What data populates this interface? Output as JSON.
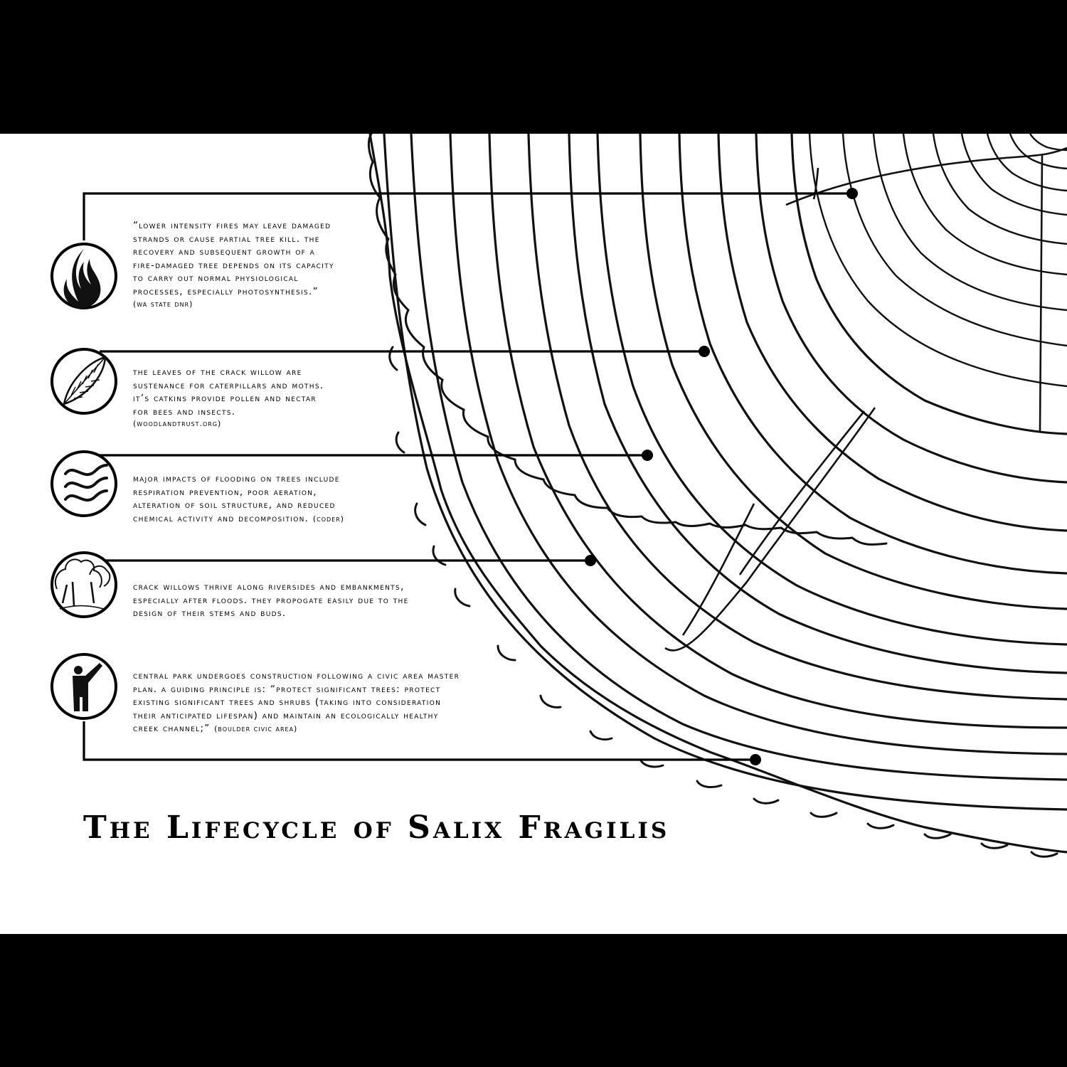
{
  "title": "The Lifecycle of Salix Fragilis",
  "entries": [
    {
      "icon": "flame-icon",
      "lines": [
        "“Lower intensity fires may leave damaged",
        "strands or cause partial tree kill. The",
        "recovery and subsequent growth of a",
        "fire-damaged tree depends on its capacity",
        "to carry out normal physiological",
        "processes, especially photosynthesis.”"
      ],
      "citation": "(WA State DNR)"
    },
    {
      "icon": "leaf-icon",
      "lines": [
        "The leaves of the Crack Willow are",
        "sustenance for caterpillars and moths.",
        "It’s catkins provide pollen and nectar",
        "for bees and insects."
      ],
      "citation": "(WoodlandTrust.org)"
    },
    {
      "icon": "water-waves-icon",
      "lines": [
        "Major impacts of flooding on trees include",
        "respiration prevention, poor aeration,",
        "alteration of soil structure, and reduced",
        "chemical activity and decomposition."
      ],
      "citation": "(Coder)"
    },
    {
      "icon": "trees-riverbank-icon",
      "lines": [
        "Crack Willows thrive along riversides and embankments,",
        "especially after floods. They propogate easily due to the",
        "design of their stems and buds."
      ],
      "citation": ""
    },
    {
      "icon": "person-pointing-icon",
      "lines": [
        "Central Park undergoes construction following a Civic Area Master",
        "Plan. A Guiding Principle is: “Protect Significant Trees:  Protect",
        "existing significant trees and shrubs (taking into consideration",
        "their anticipated lifespan) and maintain an ecologically healthy",
        "creek channel;”"
      ],
      "citation": "(Boulder Civic Area)"
    }
  ]
}
